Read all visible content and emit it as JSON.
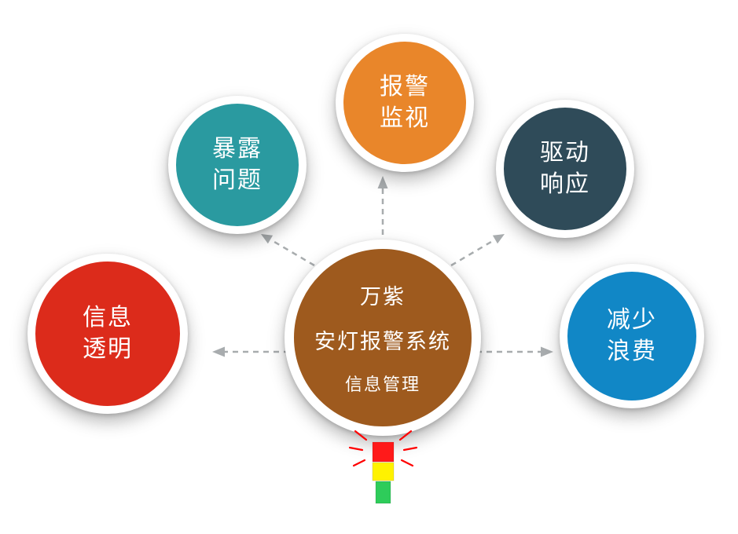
{
  "center": {
    "line1": "万紫",
    "line2": "安灯报警系统",
    "line3": "信息管理",
    "color": "#9E5A1E"
  },
  "nodes": [
    {
      "id": "alarm-monitoring",
      "label": "报警\n监视",
      "color": "#E9862A"
    },
    {
      "id": "expose-problems",
      "label": "暴露\n问题",
      "color": "#2A9AA0"
    },
    {
      "id": "drive-response",
      "label": "驱动\n响应",
      "color": "#2F4B59"
    },
    {
      "id": "information-transparency",
      "label": "信息\n透明",
      "color": "#DC2B1B"
    },
    {
      "id": "reduce-waste",
      "label": "减少\n浪费",
      "color": "#1187C6"
    }
  ],
  "arrows": {
    "color": "#A8ACAE"
  },
  "andon_light": {
    "red": "#FF1A1A",
    "yellow": "#FFF200",
    "green": "#2ECC5A",
    "ray_color": "#FF0000"
  }
}
